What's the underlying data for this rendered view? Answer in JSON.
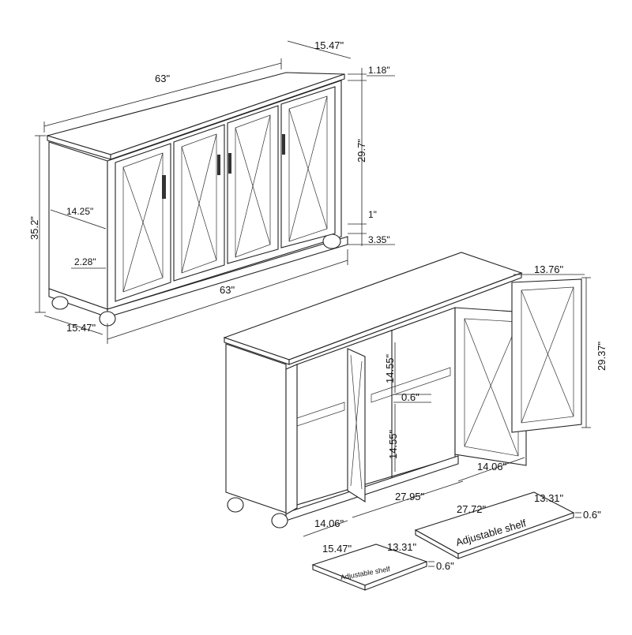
{
  "dimensions": {
    "top_length": "63\"",
    "top_depth": "15.47\"",
    "top_thickness": "1.18\"",
    "door_height": "29.7\"",
    "bottom_rail": "1\"",
    "leg_height": "3.35\"",
    "overall_height": "35.2\"",
    "side_inner_depth": "14.25\"",
    "side_offset": "2.28\"",
    "base_length": "63\"",
    "base_depth": "15.47\"",
    "open_door_width": "13.76\"",
    "open_door_height": "29.37\"",
    "upper_compartment": "14.55\"",
    "shelf_thickness_mid": "0.6\"",
    "lower_compartment": "14.55\"",
    "right_door_depth": "14.06\"",
    "inner_width": "27.95\"",
    "left_door_depth": "14.06\"",
    "large_shelf_length": "27.72\"",
    "large_shelf_depth": "13.31\"",
    "large_shelf_thickness": "0.6\"",
    "small_shelf_length": "15.47\"",
    "small_shelf_depth": "13.31\"",
    "small_shelf_thickness": "0.6\""
  },
  "labels": {
    "large_shelf": "Adjustable shelf",
    "small_shelf": "Adjustable shelf"
  }
}
